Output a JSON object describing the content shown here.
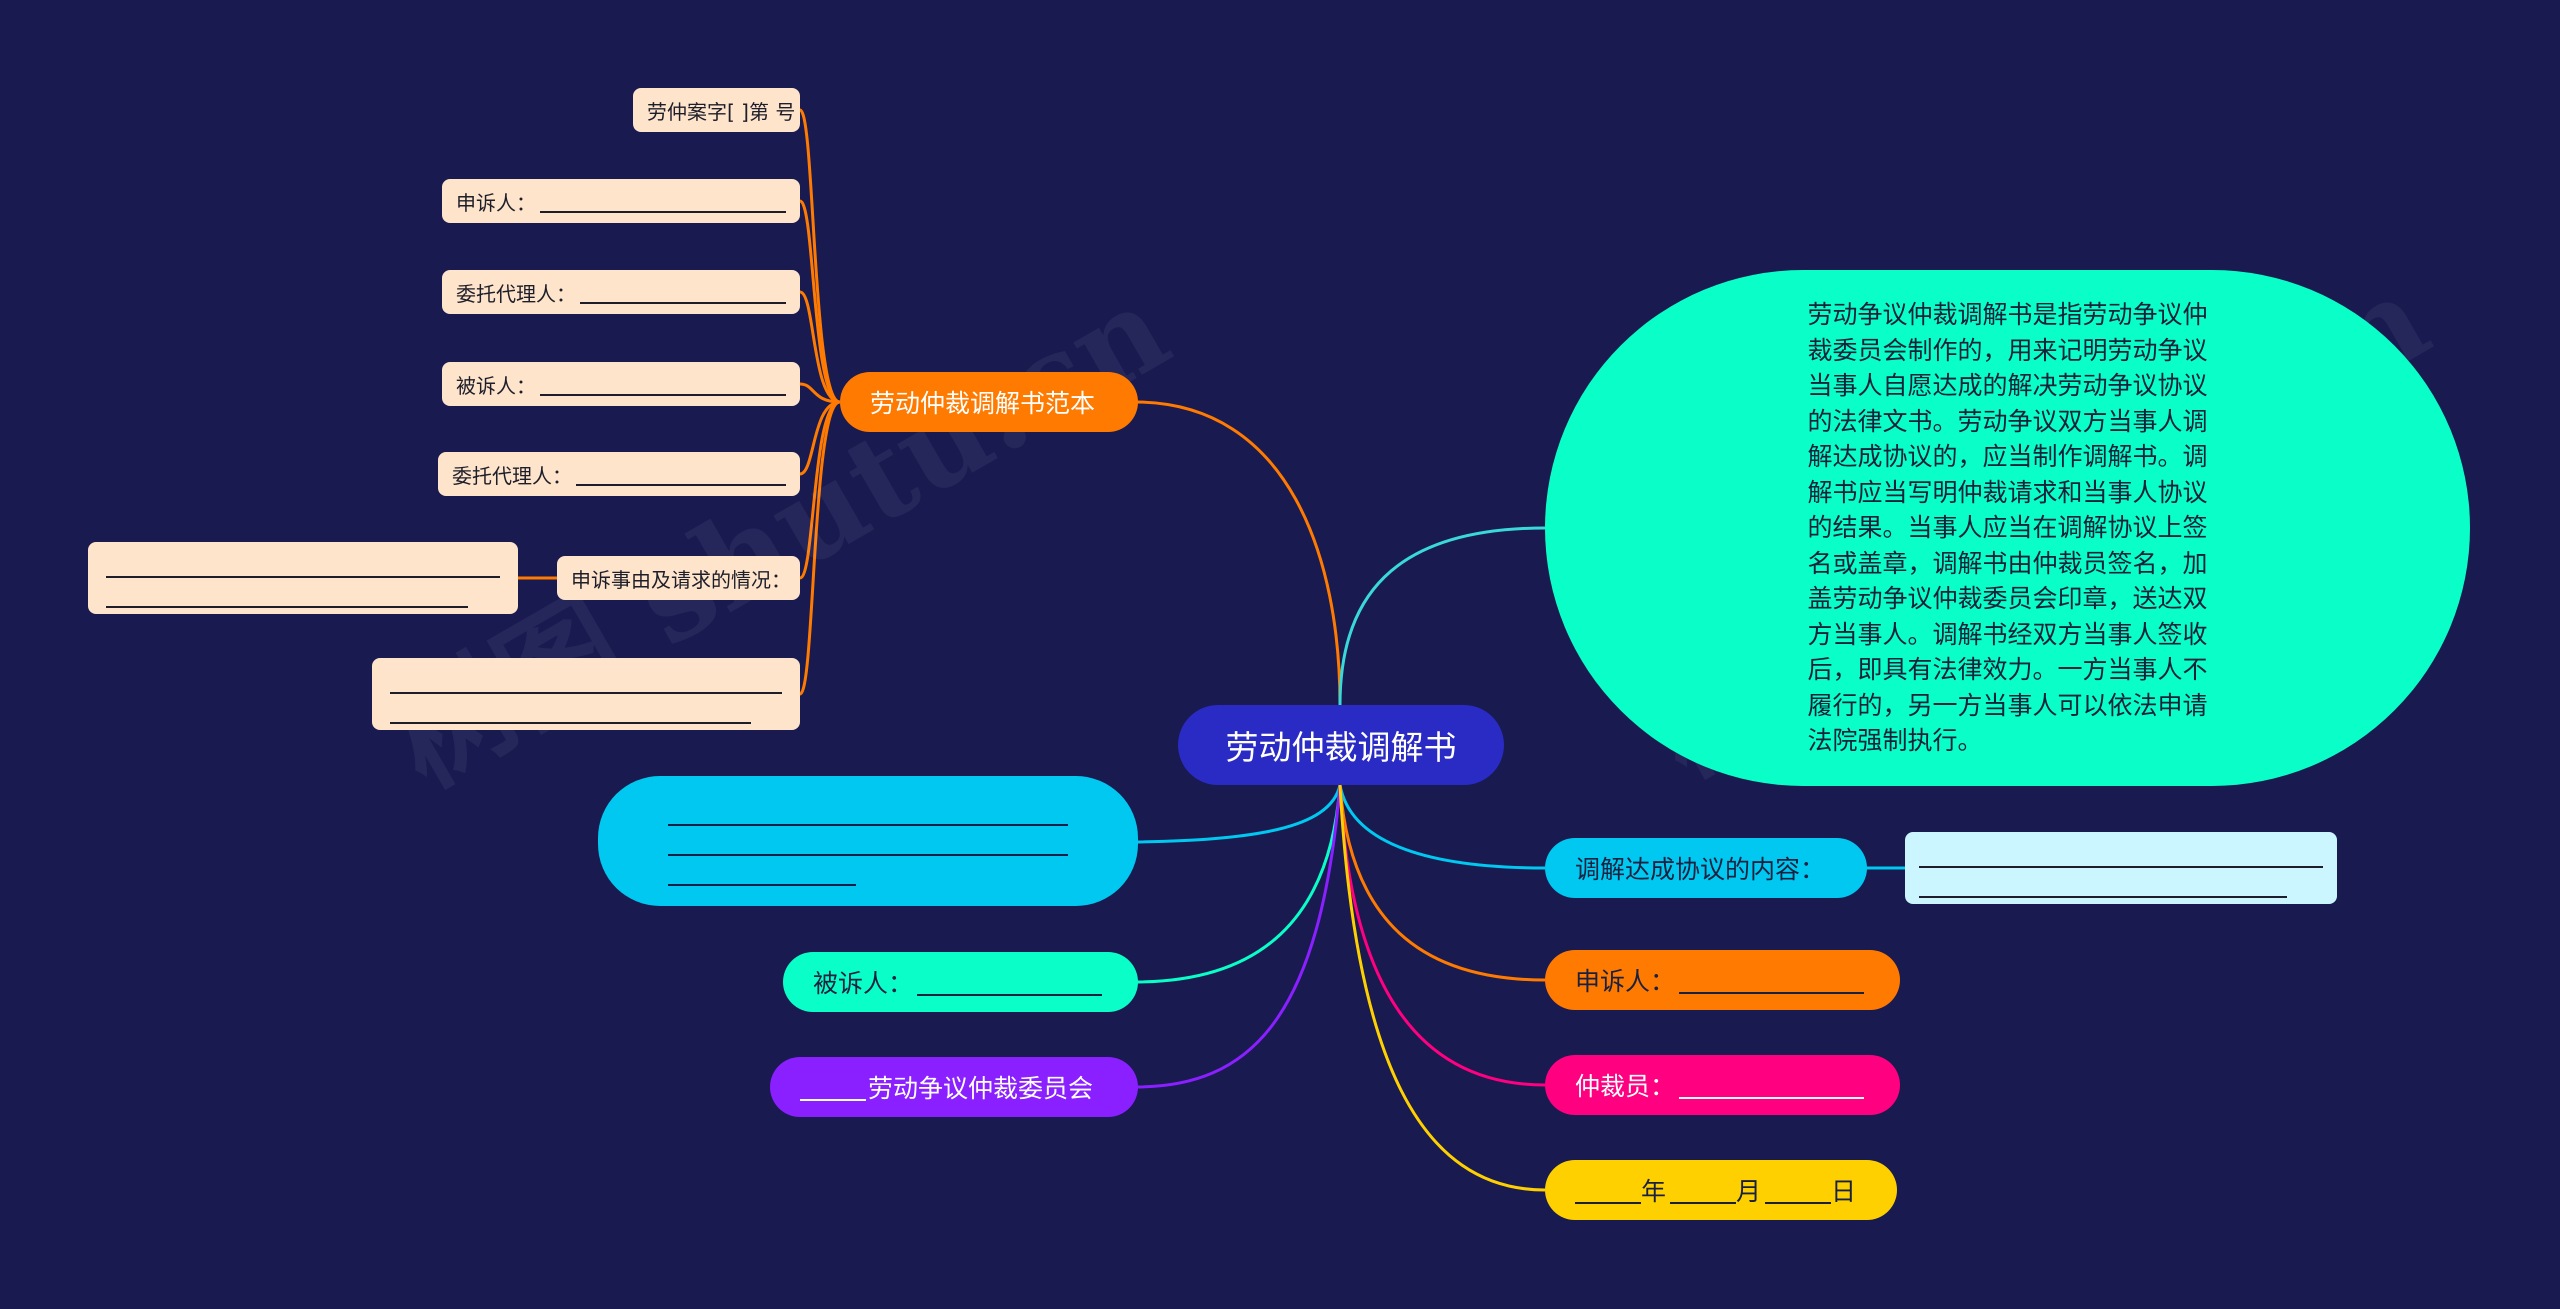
{
  "root": {
    "label": "劳动仲裁调解书",
    "color": "#2a2bc4"
  },
  "template_branch": {
    "label": "劳动仲裁调解书范本",
    "color": "#ff7a00",
    "items": [
      {
        "label": "劳仲案字[ ]第 号"
      },
      {
        "label": "申诉人："
      },
      {
        "label": "委托代理人："
      },
      {
        "label": "被诉人："
      },
      {
        "label": "委托代理人："
      },
      {
        "label": "申诉事由及请求的情况："
      }
    ]
  },
  "description": {
    "text": "劳动争议仲裁调解书是指劳动争议仲裁委员会制作的，用来记明劳动争议当事人自愿达成的解决劳动争议协议的法律文书。劳动争议双方当事人调解达成协议的，应当制作调解书。调解书应当写明仲裁请求和当事人协议的结果。当事人应当在调解协议上签名或盖章，调解书由仲裁员签名，加盖劳动争议仲裁委员会印章，送达双方当事人。调解书经双方当事人签收后，即具有法律效力。一方当事人不履行的，另一方当事人可以依法申请法院强制执行。",
    "color": "#0affc8"
  },
  "agreement": {
    "label": "调解达成协议的内容：",
    "color": "#00c8f0",
    "detail_color": "#ccf6ff"
  },
  "applicant": {
    "label": "申诉人：",
    "color": "#ff7a00"
  },
  "arbitrator": {
    "label": "仲裁员：",
    "color": "#ff0080"
  },
  "date": {
    "year": "年",
    "month": "月",
    "day": "日",
    "color": "#ffd000"
  },
  "respondent": {
    "label": "被诉人：",
    "color": "#0affc8"
  },
  "committee": {
    "label": "劳动争议仲裁委员会",
    "color": "#8a1fff"
  },
  "blank_box": {
    "color": "#00c8f0"
  },
  "watermark": "树图 shutu.cn"
}
